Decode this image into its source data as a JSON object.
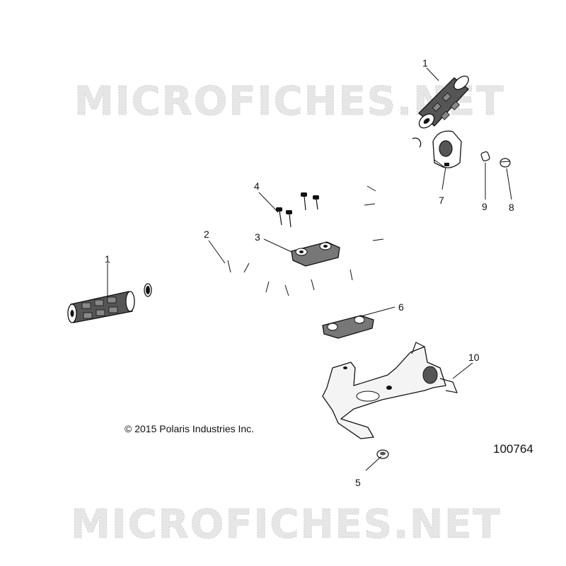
{
  "watermark": {
    "text": "MICROFICHES.NET"
  },
  "copyright": "© 2015 Polaris Industries Inc.",
  "figure_number": "100764",
  "callouts": {
    "grip_left": "1",
    "grip_right": "1",
    "handlebar": "2",
    "clamp_upper": "3",
    "bolts": "4",
    "nut": "5",
    "clamp_lower": "6",
    "switch_housing": "7",
    "plug": "8",
    "cap": "9",
    "bracket": "10"
  }
}
